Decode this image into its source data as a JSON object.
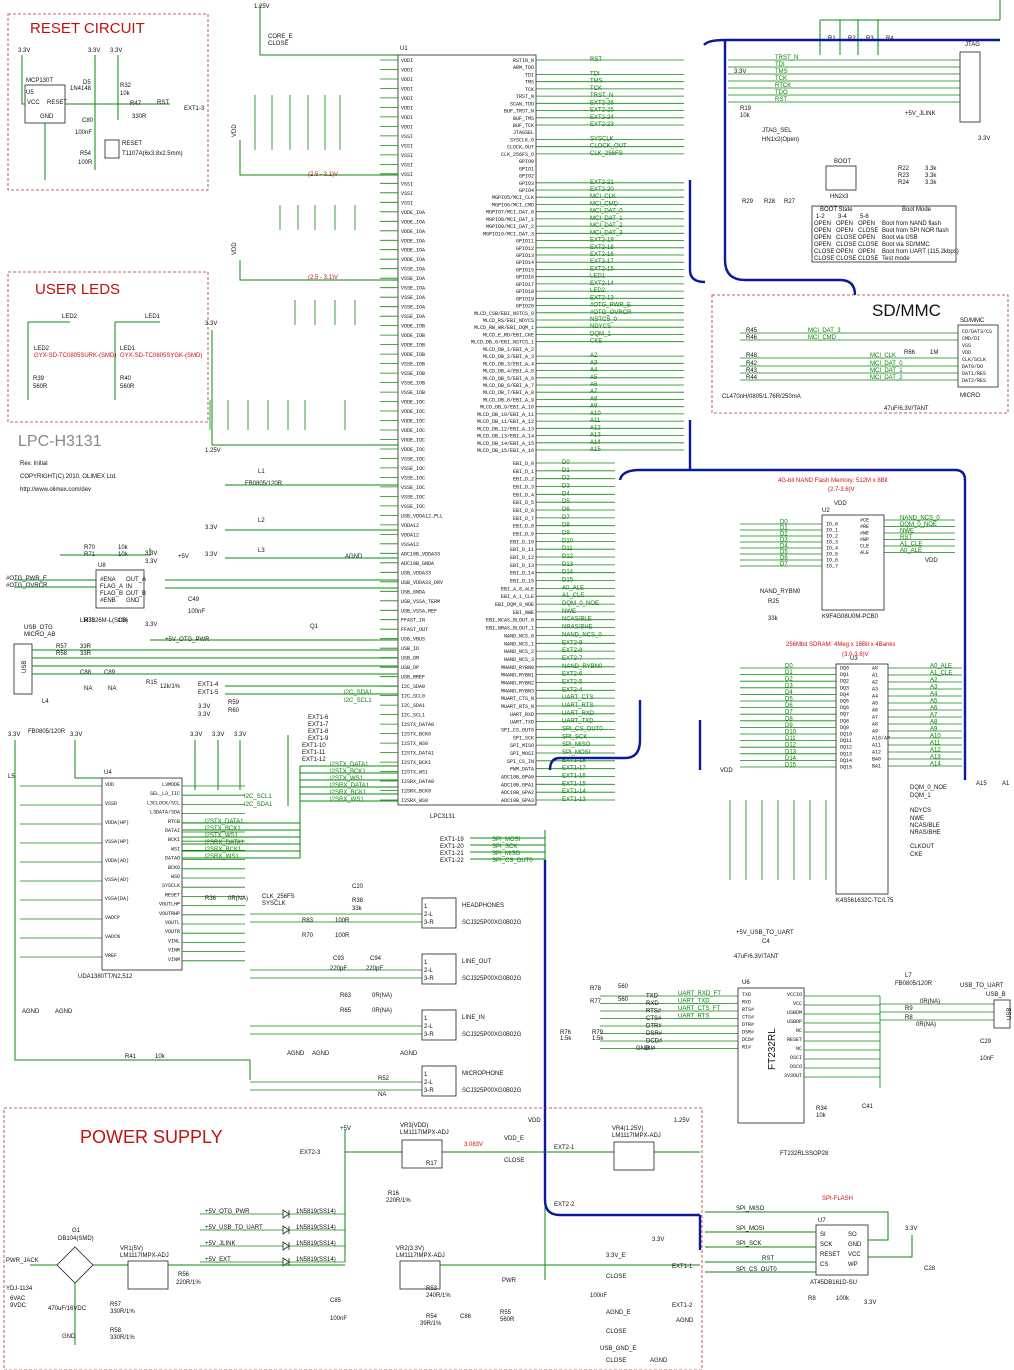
{
  "blocks": {
    "reset": "RESET CIRCUIT",
    "leds": "USER LEDS",
    "power": "POWER SUPPLY",
    "sdmmc": "SD/MMC",
    "nand": "4G-bit NAND Flash Memory: 512M x 8Bit",
    "nand_v": "(2.7-3.6)V",
    "sdram": "256Mbit SDRAM: 4Meg x 16Bit x 4Banks",
    "sdram_v": "(3.0-3.6)V",
    "spiflash": "SPI-FLASH",
    "jtag": "JTAG",
    "boot": "BOOT"
  },
  "title_block": {
    "name": "LPC-H3131",
    "rev": "Rev. Initial",
    "copyright": "COPYRIGHT(C) 2010, OLIMEX Ltd.",
    "url": "http://www.olimex.com/dev"
  },
  "chips": {
    "u1": "U1",
    "u1_name": "LPC3131",
    "u2": "U2",
    "u2_name": "K9F4G08U0M-PCB0",
    "u3": "U3",
    "u3_name": "K4S561632C-TC/L75",
    "u4": "U4",
    "u4_name": "UDA1380TT/N2,512",
    "u5": "U5",
    "u5_name": "MCP130T",
    "u6": "U6",
    "u6_name": "FT232RL",
    "u6_pkg": "FT232RLSSOP28",
    "u7": "U7",
    "u7_name": "AT45DB161D-SU",
    "u8": "U8",
    "u8_name": "LM3526M-L(SO8)",
    "vr1": "VR1(5V)",
    "vr1_name": "LM1117IMPX-ADJ",
    "vr2": "VR2(3.3V)",
    "vr2_name": "LM1117IMPX-ADJ",
    "vr3": "VR3(VDD)",
    "vr3_name": "LM1117IMPX-ADJ",
    "vr4": "VR4(1.25V)",
    "vr4_name": "LM1117IMPX-ADJ",
    "g1": "G1",
    "g1_name": "DB104(SMD)"
  },
  "u1_left_pins": [
    "VDDI",
    "VDDI",
    "VDDI",
    "VDDI",
    "VDDI",
    "VDDI",
    "VDDI",
    "VDDI",
    "VSSI",
    "VSSI",
    "VSSI",
    "VSSI",
    "VSSI",
    "VSSI",
    "VSSI",
    "VSSI",
    "VDDE_IOA",
    "VDDE_IOA",
    "VDDE_IOA",
    "VDDE_IOA",
    "VDDE_IOA",
    "VDDE_IOA",
    "VSSE_IOA",
    "VSSE_IOA",
    "VSSE_IOA",
    "VSSE_IOA",
    "VSSE_IOA",
    "VSSE_IOA",
    "VDDE_IOB",
    "VDDE_IOB",
    "VDDE_IOB",
    "VDDE_IOB",
    "VSSE_IOB",
    "VSSE_IOB",
    "VSSE_IOB",
    "VSSE_IOB",
    "VDDE_IOC",
    "VDDE_IOC",
    "VDDE_IOC",
    "VDDE_IOC",
    "VDDE_IOC",
    "VDDE_IOC",
    "VSSE_IOC",
    "VSSE_IOC",
    "VSSE_IOC",
    "VSSE_IOC",
    "VSSE_IOC",
    "VSSE_IOC",
    "USB_VDDA12_PLL",
    "VDDA12",
    "VDDA12",
    "VSSA12",
    "ADC10B_VDDA33",
    "ADC10B_GNDA",
    "USB_VDDA33",
    "USB_VDDA33_DRV",
    "USB_GNDA",
    "USB_VSSA_TERM",
    "USB_VSSA_REF",
    "FFAST_IN",
    "FFAST_OUT",
    "USB_VBUS",
    "USB_ID",
    "USB_DM",
    "USB_DP",
    "USB_RREF",
    "I2C_SDA0",
    "I2C_SCL0",
    "I2C_SDA1",
    "I2C_SCL1",
    "I2STX_DATA0",
    "I2STX_BCK0",
    "I2STX_WS0",
    "I2STX_DATA1",
    "I2STX_BCK1",
    "I2STX_WS1",
    "I2SRX_DATA0",
    "I2SRX_BCK0",
    "I2SRX_WS0"
  ],
  "u1_right_pins": [
    "RSTIN_N",
    "ARM_TDO",
    "TDI",
    "TMS",
    "TCK",
    "TRST_N",
    "SCAN_TDO",
    "BUF_TRST_N",
    "BUF_TMS",
    "BUF_TCK",
    "JTAGSEL",
    "SYSCLK_O",
    "CLOCK_OUT",
    "CLK_256FS_O",
    "GPIO0",
    "GPIO1",
    "GPIO2",
    "GPIO3",
    "GPIO4",
    "MGPIO5/MCI_CLK",
    "MGPIO6/MCI_CMD",
    "MGPIO7/MCI_DAT_0",
    "MGPIO8/MCI_DAT_1",
    "MGPIO9/MCI_DAT_2",
    "MGPIO10/MCI_DAT_3",
    "GPIO11",
    "GPIO12",
    "GPIO13",
    "GPIO14",
    "GPIO15",
    "GPIO16",
    "GPIO17",
    "GPIO18",
    "GPIO19",
    "GPIO20",
    "MLCD_CSB/EBI_NSTCS_0",
    "MLCD_RS/EBI_NDYCS",
    "MLCD_RW_WR/EBI_DQM_1",
    "MLCD_E_RD/EBI_CKE",
    "MLCD_DB_0/EBI_NSTCS_1",
    "MLCD_DB_1/EBI_A_2",
    "MLCD_DB_2/EBI_A_3",
    "MLCD_DB_3/EBI_A_4",
    "MLCD_DB_4/EBI_A_5",
    "MLCD_DB_5/EBI_A_6",
    "MLCD_DB_6/EBI_A_7",
    "MLCD_DB_7/EBI_A_8",
    "MLCD_DB_8/EBI_A_9",
    "MLCD_DB_9/EBI_A_10",
    "MLCD_DB_10/EBI_A_11",
    "MLCD_DB_11/EBI_A_12",
    "MLCD_DB_12/EBI_A_13",
    "MLCD_DB_13/EBI_A_14",
    "MLCD_DB_14/EBI_A_15",
    "MLCD_DB_15/EBI_A_16"
  ],
  "u1_right_nets": [
    "RST",
    "",
    "TDI",
    "TMS",
    "TCK",
    "TRST_N",
    "EXT2-26",
    "EXT2-25",
    "EXT2-24",
    "EXT2-23",
    "",
    "SYSCLK",
    "CLOCK_OUT",
    "CLK_256FS",
    "",
    "",
    "",
    "EXT2-21",
    "EXT2-20",
    "MCI_CLK",
    "MCI_CMD",
    "MCI_DAT_0",
    "MCI_DAT_1",
    "MCI_DAT_2",
    "MCI_DAT_3",
    "EXT2-19",
    "EXT2-18",
    "EXT2-16",
    "EXT2-17",
    "EXT2-15",
    "LED1",
    "EXT2-14",
    "LED2",
    "EXT2-13",
    "#OTG_PWR_E",
    "#OTG_OVRCR",
    "NSTCS_0",
    "NDYCS",
    "DQM_1",
    "CKE",
    "",
    "A2",
    "A3",
    "A4",
    "A5",
    "A6",
    "A7",
    "A8",
    "A9",
    "A10",
    "A11",
    "A12",
    "A13",
    "A14",
    "A15"
  ],
  "ebi_pins": [
    "EBI_D_0",
    "EBI_D_1",
    "EBI_D_2",
    "EBI_D_3",
    "EBI_D_4",
    "EBI_D_5",
    "EBI_D_6",
    "EBI_D_7",
    "EBI_D_8",
    "EBI_D_9",
    "EBI_D_10",
    "EBI_D_11",
    "EBI_D_12",
    "EBI_D_13",
    "EBI_D_14",
    "EBI_D_15",
    "EBI_A_0_ALE",
    "EBI_A_1_CLE",
    "EBI_DQM_0_NOE",
    "EBI_NWE",
    "EBI_NCAS_BLOUT_0",
    "EBI_NRAS_BLOUT_1",
    "NAND_NCS_0",
    "NAND_NCS_1",
    "NAND_NCS_2",
    "NAND_NCS_3",
    "MNAND_RYBN0",
    "MNAND_RYBN1",
    "MNAND_RYBN2",
    "MNAND_RYBN3",
    "MUART_CTS_N",
    "MUART_RTS_N",
    "UART_RXD",
    "UART_TXD",
    "SPI_CS_OUT0",
    "SPI_SCK",
    "SPI_MISO",
    "SPI_MOSI",
    "SPI_CS_IN",
    "PWM_DATA",
    "ADC10B_GPA0",
    "ADC10B_GPA1",
    "ADC10B_GPA2",
    "ADC10B_GPA3"
  ],
  "ebi_nets": [
    "D0",
    "D1",
    "D2",
    "D3",
    "D4",
    "D5",
    "D6",
    "D7",
    "D8",
    "D9",
    "D10",
    "D11",
    "D12",
    "D13",
    "D14",
    "D15",
    "A0_ALE",
    "A1_CLE",
    "DQM_0_NOE",
    "NWE",
    "NCAS/BLE",
    "NRAS/BHE",
    "NAND_NCS_0",
    "EXT2-9",
    "EXT2-8",
    "EXT2-7",
    "NAND_RYBN0",
    "EXT2-6",
    "EXT2-5",
    "EXT2-4",
    "UART_CTS",
    "UART_RTS",
    "UART_RXD",
    "UART_TXD",
    "SPI_CS_OUT0",
    "SPI_SCK",
    "SPI_MISO",
    "SPI_MOSI",
    "EXT1-18",
    "EXT1-17",
    "EXT1-16",
    "EXT1-15",
    "EXT1-14",
    "EXT1-13"
  ],
  "sdram_left": [
    "D0",
    "D1",
    "D2",
    "D3",
    "D4",
    "D5",
    "D6",
    "D7",
    "D8",
    "D9",
    "D10",
    "D11",
    "D12",
    "D13",
    "D14",
    "D15"
  ],
  "sdram_pins_l": [
    "DQ0",
    "DQ1",
    "DQ2",
    "DQ3",
    "DQ4",
    "DQ5",
    "DQ6",
    "DQ7",
    "DQ8",
    "DQ9",
    "DQ10",
    "DQ11",
    "DQ12",
    "DQ13",
    "DQ14",
    "DQ15"
  ],
  "sdram_pins_r": [
    "A0",
    "A1",
    "A2",
    "A3",
    "A4",
    "A5",
    "A6",
    "A7",
    "A8",
    "A9",
    "A10/AP",
    "A11",
    "A12",
    "BA0",
    "BA1"
  ],
  "sdram_right": [
    "A0_ALE",
    "A1_CLE",
    "A2",
    "A3",
    "A4",
    "A5",
    "A6",
    "A7",
    "A8",
    "A9",
    "A10",
    "A11",
    "A12",
    "A13",
    "A14"
  ],
  "nand_left": [
    "D0",
    "D1",
    "D2",
    "D3",
    "D4",
    "D5",
    "D6",
    "D7"
  ],
  "nand_pins": [
    "IO_0",
    "IO_1",
    "IO_2",
    "IO_3",
    "IO_4",
    "IO_5",
    "IO_6",
    "IO_7"
  ],
  "nand_right": [
    "NAND_NCS_0",
    "DQM_0_NOE",
    "NWE",
    "RST",
    "A1_CLE",
    "A0_ALE"
  ],
  "nand_rpins": [
    "#CE",
    "#RE",
    "#WE",
    "#WP",
    "CLE",
    "ALE"
  ],
  "jtag_nets": [
    "TRST_N",
    "TDI",
    "TMS",
    "TCK",
    "RTCK",
    "TDO",
    "RST"
  ],
  "boot_table": {
    "header": [
      "BOOT State",
      "Boot Mode"
    ],
    "cols": [
      "1-2",
      "3-4",
      "5-6"
    ],
    "rows": [
      [
        "OPEN",
        "OPEN",
        "OPEN",
        "Boot from NAND flash"
      ],
      [
        "OPEN",
        "OPEN",
        "CLOSE",
        "Boot from SPI NOR flash"
      ],
      [
        "OPEN",
        "CLOSE",
        "OPEN",
        "Boot via USB"
      ],
      [
        "OPEN",
        "CLOSE",
        "CLOSE",
        "Boot via SD/MMC"
      ],
      [
        "CLOSE",
        "OPEN",
        "OPEN",
        "Boot from UART (115.2kbps)"
      ],
      [
        "CLOSE",
        "CLOSE",
        "CLOSE",
        "Test mode"
      ]
    ]
  },
  "sd_nets": [
    "MCI_DAT_3",
    "MCI_CMD",
    "MCI_CLK",
    "MCI_DAT_0",
    "MCI_DAT_1",
    "MCI_DAT_2"
  ],
  "sd_pins": [
    "CD/DAT3/CS",
    "CMD/DI",
    "VSS",
    "VDD",
    "CLK/SCLK",
    "DAT0/DO",
    "DAT1/RES",
    "DAT2/RES"
  ],
  "ft_left": [
    "TXD",
    "RXD",
    "RTS#",
    "CTS#",
    "DTR#",
    "DSR#",
    "DCD#",
    "RI#"
  ],
  "ft_nets": [
    "UART_RXD_FT",
    "UART_TXD",
    "UART_CTS_FT",
    "UART_RTS"
  ],
  "ft_right": [
    "VCCIO",
    "VCC",
    "USBDM",
    "USBDP",
    "NC",
    "RESET",
    "NC",
    "OSCI",
    "OSCO",
    "3V3OUT"
  ],
  "u4_left": [
    "VDD",
    "VSSD",
    "VDDA(HP)",
    "VSSA(HP)",
    "VDDA(AD)",
    "VSSA(AD)",
    "VSSA(DA)",
    "VADCP",
    "VADCN",
    "VREF"
  ],
  "u4_right": [
    "L3MODE",
    "SEL_L3_IIC",
    "L3CLOCK/SCL",
    "L3DATA/SDA",
    "RTCB",
    "DATAI",
    "BCKI",
    "WSI",
    "DATAO",
    "BCKO",
    "WSO",
    "SYSCLK",
    "RESET",
    "VOUTLHP",
    "VOUTRHP",
    "VOUTL",
    "VOUTR",
    "VINL",
    "VINR",
    "VINM"
  ],
  "audio": [
    "HEADPHONES",
    "LINE_OUT",
    "LINE_IN",
    "MICROPHONE"
  ],
  "jack": "SCJ325P00XG0B02G",
  "power_nets": [
    "+5V_OTG_PWR",
    "+5V_USB_TO_UART",
    "+5V_JLINK",
    "+5V_EXT"
  ],
  "diodes": [
    "1N5819(SS14)",
    "1N5819(SS14)",
    "1N5819(SS14)",
    "1N5819(SS14)"
  ],
  "power_labels": {
    "pwr_jack": "PWR_JACK",
    "ac": "6VAC",
    "dc": "9VDC",
    "ydj": "YDJ-1134",
    "core": "CORE_E",
    "vdde": "VDD_E",
    "v33e": "3.3V_E",
    "agnd_e": "AGND_E",
    "usbgnd_e": "USB_GND_E",
    "close": "CLOSE",
    "v3083": "3.083V"
  },
  "rails": [
    "3.3V",
    "+5V",
    "VDD",
    "1.25V",
    "AGND",
    "GND",
    "USB_TO_UART",
    "USB_OTG"
  ],
  "ranges": [
    "(2.5 - 3.1)V",
    "(2.5 - 3.1)V"
  ]
}
